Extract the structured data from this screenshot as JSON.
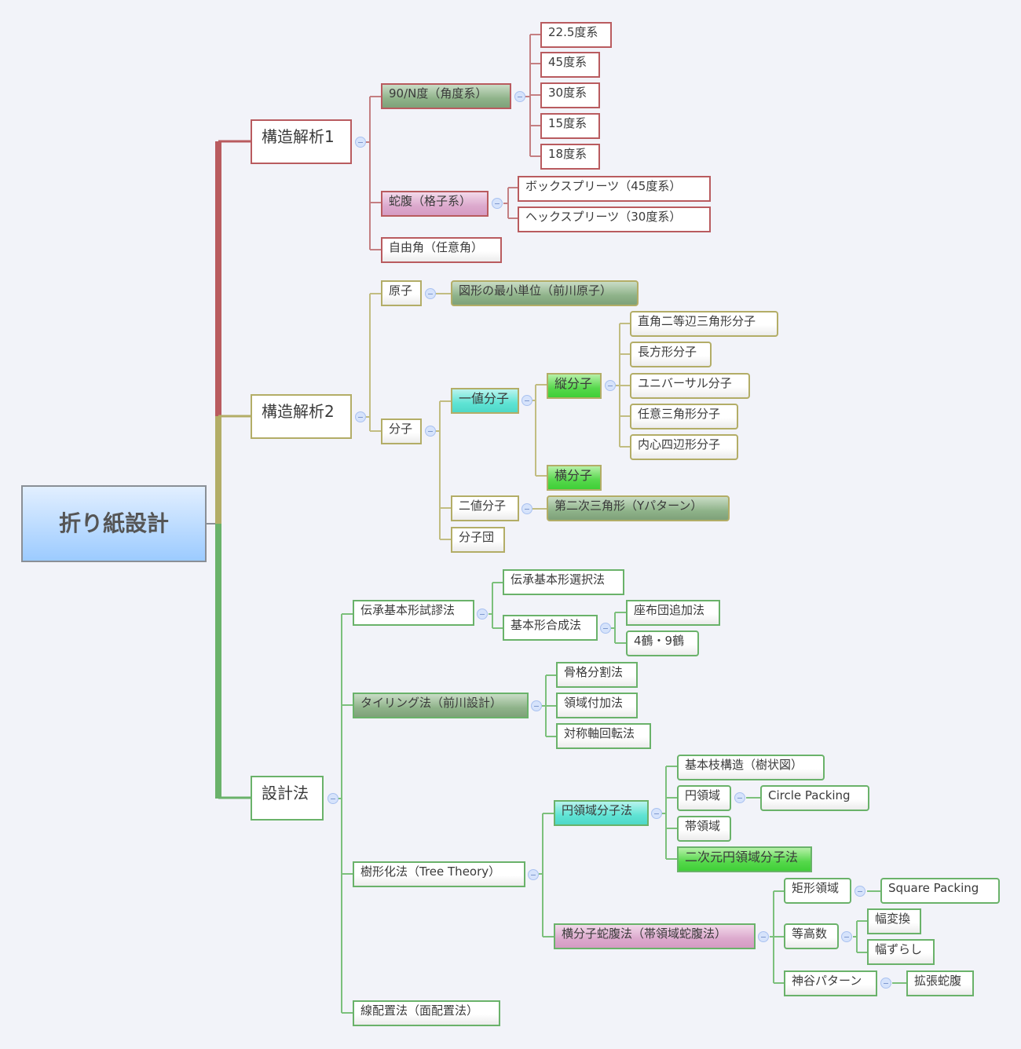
{
  "root": {
    "label": "折り紙設計",
    "color": "#9ccbff"
  },
  "colors": {
    "branch1": "#b95b5f",
    "branch2": "#b3ad67",
    "branch3": "#6ab26a",
    "collapse": "#d6e3fb"
  },
  "branch1": {
    "label": "構造解析1",
    "children": [
      {
        "label": "90/N度（角度系）",
        "children": [
          "22.5度系",
          "45度系",
          "30度系",
          "15度系",
          "18度系"
        ]
      },
      {
        "label": "蛇腹（格子系）",
        "children": [
          "ボックスプリーツ（45度系）",
          "ヘックスプリーツ（30度系）"
        ]
      },
      {
        "label": "自由角（任意角）"
      }
    ]
  },
  "branch2": {
    "label": "構造解析2",
    "atom": {
      "label": "原子",
      "child": "図形の最小単位（前川原子）"
    },
    "molecule": {
      "label": "分子",
      "single": {
        "label": "一値分子",
        "vertical": {
          "label": "縦分子",
          "children": [
            "直角二等辺三角形分子",
            "長方形分子",
            "ユニバーサル分子",
            "任意三角形分子",
            "内心四辺形分子"
          ]
        },
        "horizontal": {
          "label": "横分子"
        }
      },
      "double": {
        "label": "二値分子",
        "child": "第二次三角形（Yパターン）"
      },
      "cluster": {
        "label": "分子団"
      }
    }
  },
  "branch3": {
    "label": "設計法",
    "trial": {
      "label": "伝承基本形試謬法",
      "select": "伝承基本形選択法",
      "synth": {
        "label": "基本形合成法",
        "children": [
          "座布団追加法",
          "4鶴・9鶴"
        ]
      }
    },
    "tiling": {
      "label": "タイリング法（前川設計）",
      "children": [
        "骨格分割法",
        "領域付加法",
        "対称軸回転法"
      ]
    },
    "tree": {
      "label": "樹形化法（Tree Theory）",
      "circle": {
        "label": "円領域分子法",
        "base": "基本枝構造（樹状図）",
        "circle_region": {
          "label": "円領域",
          "child": "Circle Packing"
        },
        "band": "帯領域",
        "two_d": "二次元円領域分子法"
      },
      "bellows": {
        "label": "横分子蛇腹法（帯領域蛇腹法）",
        "rect": {
          "label": "矩形領域",
          "child": "Square Packing"
        },
        "contour": {
          "label": "等高数",
          "children": [
            "幅変換",
            "幅ずらし"
          ]
        },
        "kamiya": {
          "label": "神谷パターン",
          "child": "拡張蛇腹"
        }
      }
    },
    "line": {
      "label": "線配置法（面配置法）"
    }
  }
}
